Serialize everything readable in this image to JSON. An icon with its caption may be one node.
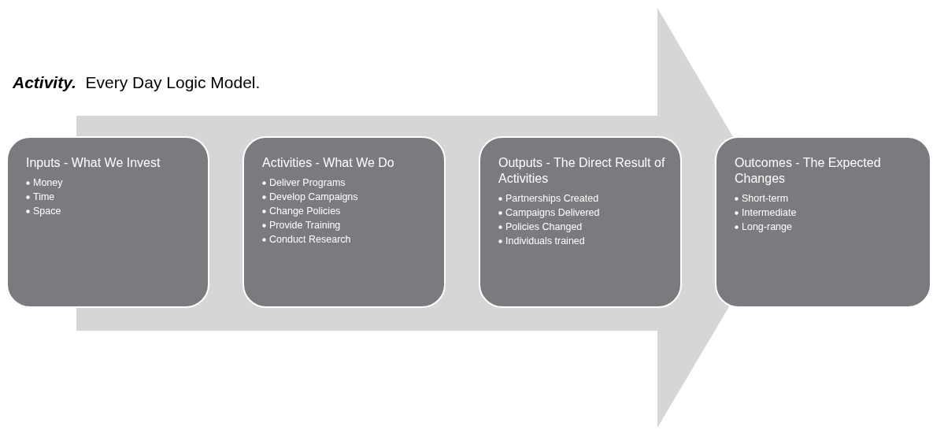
{
  "diagram": {
    "title": "**Activity.**  Every Day Logic Model.",
    "nodes": [
      {
        "text": [
          "Inputs - What We Invest",
          "Money",
          "Time",
          "Space"
        ]
      },
      {
        "text": [
          "Activities - What We Do",
          "Deliver Programs",
          "Develop Campaigns",
          "Change Policies",
          "Provide Training",
          "Conduct Research"
        ]
      },
      {
        "text": [
          "Outputs - The Direct Result of Activities",
          "Partnerships Created",
          "Campaigns Delivered",
          "Policies Changed",
          "Individuals trained"
        ]
      },
      {
        "text": [
          "Outcomes - The Expected Changes",
          "Short-term",
          "Intermediate",
          "Long-range"
        ]
      }
    ],
    "edges": [
      {
        "from": 0,
        "to": 3,
        "arrow": "to"
      }
    ]
  }
}
